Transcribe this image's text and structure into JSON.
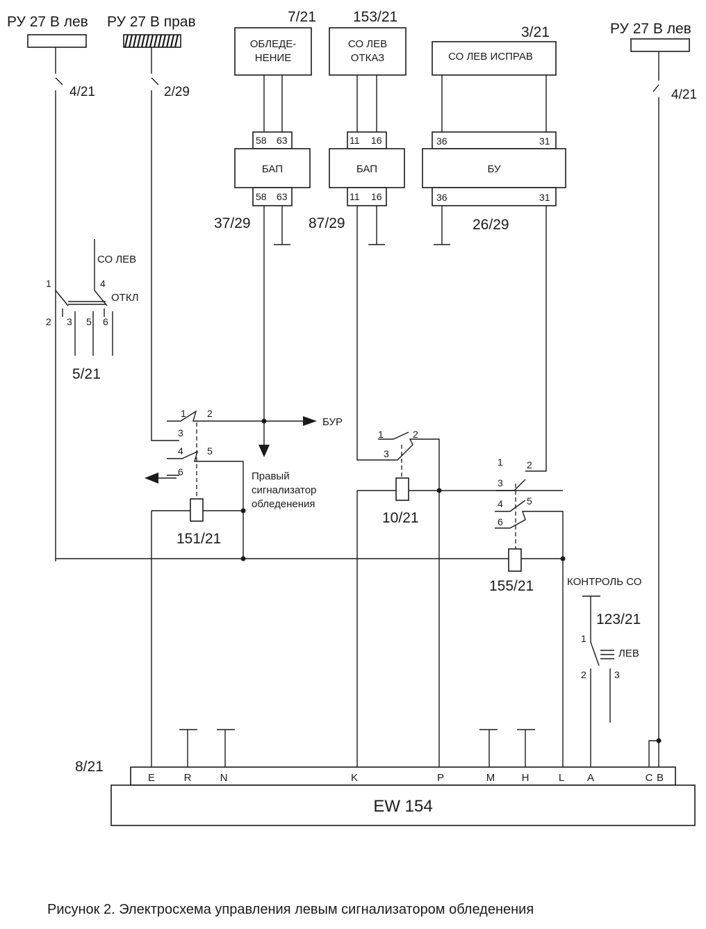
{
  "sources": {
    "ru27_left": "РУ 27 В лев",
    "ru27_right": "РУ 27 В прав",
    "ru27_left_2": "РУ 27 В лев"
  },
  "breakers": {
    "cb_left": "4/21",
    "cb_right": "2/29",
    "cb_left_2": "4/21"
  },
  "blocks": {
    "icing": {
      "ref": "7/21",
      "line1": "ОБЛЕДЕ-",
      "line2": "НЕНИЕ"
    },
    "so_fail": {
      "ref": "153/21",
      "line1": "СО ЛЕВ",
      "line2": "ОТКАЗ"
    },
    "so_ok": {
      "ref": "3/21",
      "line1": "СО ЛЕВ ИСПРАВ"
    },
    "bap1": {
      "ref": "37/29",
      "name": "БАП",
      "pin_a": "58",
      "pin_b": "63"
    },
    "bap2": {
      "ref": "87/29",
      "name": "БАП",
      "pin_a": "11",
      "pin_b": "16"
    },
    "bu": {
      "ref": "26/29",
      "name": "БУ",
      "pin_a": "36",
      "pin_b": "31"
    }
  },
  "switch_so": {
    "ref": "5/21",
    "label_top": "СО ЛЕВ",
    "label_side": "ОТКЛ",
    "pins": [
      "1",
      "4",
      "2",
      "3",
      "5",
      "6"
    ]
  },
  "relays": {
    "r151": {
      "ref": "151/21",
      "pins": [
        "1",
        "2",
        "3",
        "4",
        "5",
        "6"
      ]
    },
    "r10": {
      "ref": "10/21",
      "pins": [
        "1",
        "2",
        "3"
      ]
    },
    "r155": {
      "ref": "155/21",
      "pins": [
        "1",
        "2",
        "3",
        "4",
        "5",
        "6"
      ]
    }
  },
  "outputs": {
    "bur": "БУР",
    "right_sensor_1": "Правый",
    "right_sensor_2": "сигнализатор",
    "right_sensor_3": "обледенения"
  },
  "control": {
    "title": "КОНТРОЛЬ СО",
    "ref": "123/21",
    "side": "ЛЕВ",
    "pins": [
      "1",
      "2",
      "3"
    ]
  },
  "connector": {
    "ref": "8/21",
    "name": "EW 154",
    "pins": [
      "E",
      "R",
      "N",
      "K",
      "P",
      "M",
      "H",
      "L",
      "A",
      "C",
      "B"
    ]
  },
  "caption": "Рисунок 2. Электросхема управления левым сигнализатором обледенения"
}
